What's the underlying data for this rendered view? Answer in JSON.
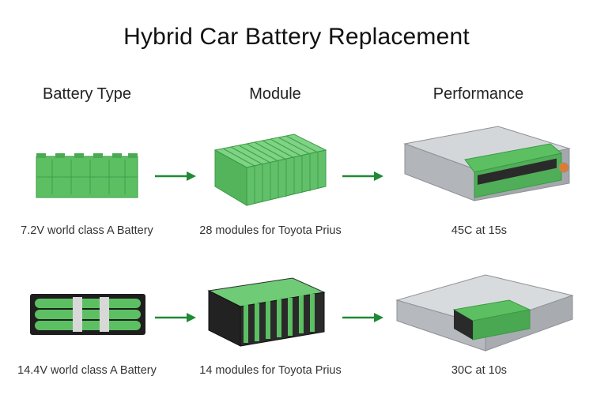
{
  "title": "Hybrid Car Battery Replacement",
  "columns": {
    "battery_type": "Battery Type",
    "module": "Module",
    "performance": "Performance"
  },
  "rows": [
    {
      "battery_caption": "7.2V world class A Battery",
      "module_caption": "28 modules for Toyota Prius",
      "performance_caption": "45C at 15s"
    },
    {
      "battery_caption": "14.4V world class A Battery",
      "module_caption": "14 modules for Toyota Prius",
      "performance_caption": "30C at 10s"
    }
  ],
  "colors": {
    "cell_green": "#5cc063",
    "arrow_green": "#1e8a34",
    "metal": "#b9bcc0"
  }
}
